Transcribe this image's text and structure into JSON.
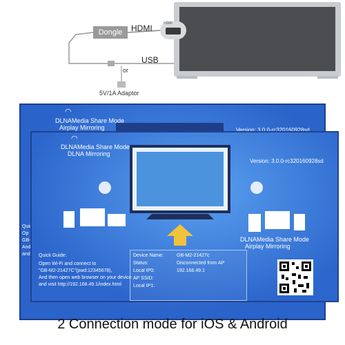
{
  "diagram": {
    "dongle_label": "Dongle",
    "hdmi_label": "HDMI",
    "usb_label": "USB",
    "or_label": "or",
    "adaptor_label": "5V/1A Adaptor",
    "port_label": "HDMI"
  },
  "back_screen": {
    "mode_line1": "DLNAMedia Share Mode",
    "mode_line2": "Airplay Mirroring",
    "version": "Version: 3.0.0-rc320160928sd",
    "partial_lines": [
      "Quic",
      "Op",
      "GB-",
      "And",
      "and"
    ]
  },
  "front_screen": {
    "mode_line1": "DLNAMedia Share Mode",
    "mode_line2": "DLNA Mirroring",
    "version": "Version: 3.0.0-rc320160928sd",
    "right_mode_line1": "DLNAMedia Share Mode",
    "right_mode_line2": "Airplay Mirroring",
    "guide": [
      "Quick Guide:",
      "Open Wi-Fi and connect to",
      "\"GB-M2-21427C\"(pwd:12345678),",
      "And then open web browser on your device",
      "and visit  http://192.168.49.1/index.html"
    ],
    "device_info": [
      {
        "label": "Device Name:",
        "value": "GB-M2-21427c"
      },
      {
        "label": "Status:",
        "value": "Disconnected from AP"
      },
      {
        "label": "Local IP0:",
        "value": "192.168.49.1"
      },
      {
        "label": "AP SSID:",
        "value": ""
      },
      {
        "label": "Local IP1:",
        "value": ""
      }
    ]
  },
  "caption": "2 Connection mode for iOS & Android",
  "colors": {
    "screen_blue": "#2c66cc",
    "arrow_yellow": "#f2c23a"
  }
}
